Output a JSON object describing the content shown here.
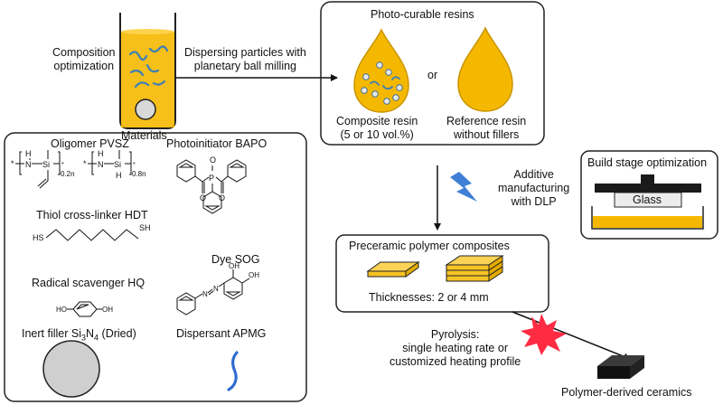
{
  "materials": {
    "composition_optimization": [
      "Composition",
      "optimization"
    ],
    "beaker_label": "Materials"
  },
  "process": {
    "dispersing": [
      "Dispersing particles with",
      "planetary ball milling"
    ],
    "additive_manufacturing": [
      "Additive",
      "manufacturing",
      "with DLP"
    ],
    "pyrolysis": [
      "Pyrolysis:",
      "single heating rate or",
      "customized heating profile"
    ]
  },
  "resins": {
    "title": "Photo-curable resins",
    "or": "or",
    "composite": [
      "Composite resin",
      "(5 or 10 vol.%)"
    ],
    "reference": [
      "Reference resin",
      "without fillers"
    ]
  },
  "components": {
    "oligomer": "Oligomer PVSZ",
    "oligomer_sub1": "0.2n",
    "oligomer_sub2": "0.8n",
    "photoinitiator": "Photoinitiator BAPO",
    "crosslinker": "Thiol cross-linker HDT",
    "scavenger": "Radical scavenger HQ",
    "dye": "Dye SOG",
    "filler_prefix": "Inert filler Si",
    "filler_n": "3",
    "filler_mid": "N",
    "filler_n2": "4",
    "filler_suffix": " (Dried)",
    "dispersant": "Dispersant APMG",
    "atoms": {
      "si": "Si",
      "n": "N",
      "h": "H",
      "p": "P",
      "o": "O",
      "sh": "SH",
      "hs": "HS",
      "ho": "HO",
      "oh": "OH"
    }
  },
  "build_stage": {
    "title": "Build stage optimization",
    "glass": "Glass"
  },
  "preceramic": {
    "title": "Preceramic polymer composites",
    "thickness": "Thicknesses: 2 or 4 mm"
  },
  "output": {
    "label": "Polymer-derived ceramics"
  },
  "colors": {
    "resin": "#f5b800",
    "resin_dark": "#c99500",
    "slab": "#f7c325",
    "bolt": "#3f7fd6",
    "burst": "#ff2b43",
    "filler": "#cfcfcf",
    "dispersant": "#2e6cd1",
    "ceramic": "#1a1a1a"
  }
}
